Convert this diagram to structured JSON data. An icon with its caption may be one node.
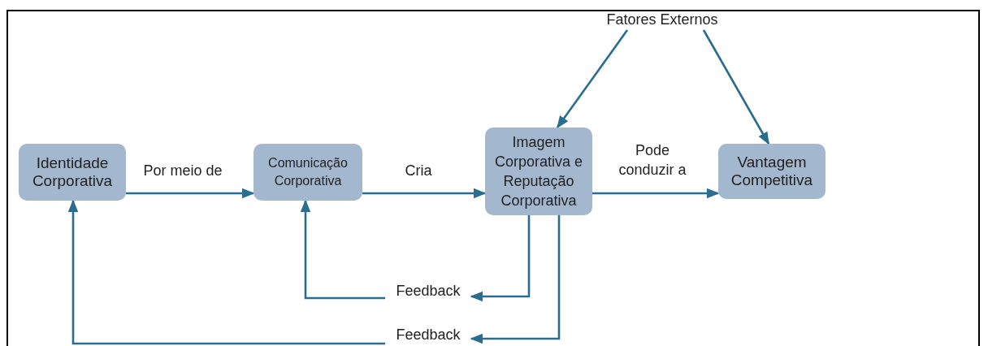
{
  "diagram": {
    "nodes": [
      {
        "text": [
          "Identidade Corporativa"
        ]
      },
      {
        "text": [
          "Comunicação Corporativa"
        ]
      },
      {
        "text": [
          "Imagem Corporativa e Reputação Corporativa"
        ]
      },
      {
        "text": [
          "Vantagem Competitiva"
        ]
      },
      {
        "text": [
          "Fatores Externos"
        ]
      },
      {
        "text": [
          "Feedback"
        ]
      },
      {
        "text": [
          "Feedback"
        ]
      }
    ],
    "edges": [
      {
        "from": 0,
        "to": 1,
        "arrow": "to",
        "label": "Por meio de"
      },
      {
        "from": 1,
        "to": 2,
        "arrow": "to",
        "label": "Cria"
      },
      {
        "from": 2,
        "to": 3,
        "arrow": "to",
        "label": "Pode conduzir a"
      },
      {
        "from": 4,
        "to": 2,
        "arrow": "to"
      },
      {
        "from": 4,
        "to": 3,
        "arrow": "to"
      },
      {
        "from": 2,
        "to": 5,
        "arrow": "to"
      },
      {
        "from": 5,
        "to": 1,
        "arrow": "to"
      },
      {
        "from": 2,
        "to": 6,
        "arrow": "to"
      },
      {
        "from": 6,
        "to": 0,
        "arrow": "to"
      }
    ]
  }
}
